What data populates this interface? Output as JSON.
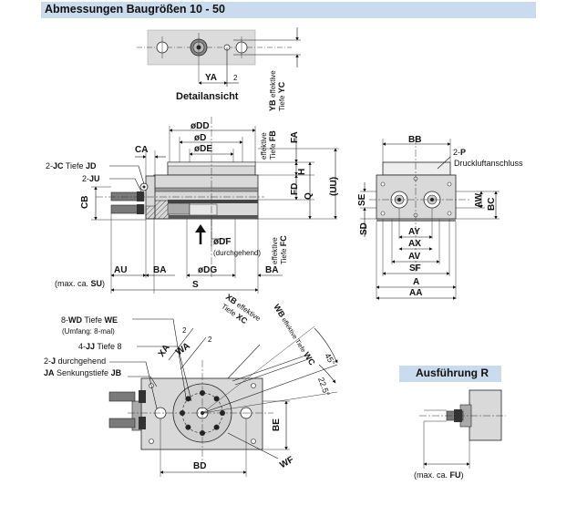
{
  "header": {
    "title": "Abmessungen Baugrößen 10 - 50"
  },
  "detail": {
    "title": "Detailansicht",
    "ya": "YA",
    "two": "2",
    "yb_prefix": "YB",
    "yb_eff": "effektive",
    "yb_tiefe": "Tiefe",
    "yc": "YC"
  },
  "front": {
    "dd": "ødd",
    "d": "ød",
    "de": "øde",
    "dd_label": "øDD",
    "d_label": "øD",
    "de_label": "øDE",
    "fb_eff": "effektive",
    "fb_tiefe": "Tiefe",
    "fb": "FB",
    "fa": "FA",
    "h": "H",
    "fd": "FD",
    "q": "Q",
    "uu": "(UU)",
    "ca": "CA",
    "jc_prefix": "2-",
    "jc": "JC",
    "jc_tiefe": " Tiefe ",
    "jd": "JD",
    "ju_prefix": "2-",
    "ju": "JU",
    "cb": "CB",
    "df": "øDF",
    "durch": "(durchgehend)",
    "fc_eff": "effektive",
    "fc_tiefe": "Tiefe",
    "fc": "FC",
    "au": "AU",
    "ba1": "BA",
    "dg": "øDG",
    "ba2": "BA",
    "maxca": "(max. ca. ",
    "su": "SU",
    "close": ")",
    "s": "S"
  },
  "side": {
    "bb": "BB",
    "p_prefix": "2-",
    "p": "P",
    "druck": "Druckluftanschluss",
    "se": "SE",
    "sd": "SD",
    "aw": "AW",
    "bc": "BC",
    "ay": "AY",
    "ax": "AX",
    "av": "AV",
    "sf": "SF",
    "a": "A",
    "aa": "AA"
  },
  "top": {
    "wd_prefix": "8-",
    "wd": "WD",
    "wd_tiefe": " Tiefe ",
    "we": "WE",
    "umfang": "(Umfang: 8-mal)",
    "jj_prefix": "4-",
    "jj": "JJ",
    "jj_tiefe": " Tiefe 8",
    "j_prefix": "2-",
    "j": "J",
    "j_durch": " durchgehend",
    "ja": "JA",
    "senk": " Senkungstiefe ",
    "jb": "JB",
    "xa": "XA",
    "wa": "WA",
    "two_a": "2",
    "two_b": "2",
    "xb": "XB",
    "xb_eff": " effektive",
    "xc_tiefe": "Tiefe ",
    "xc": "XC",
    "wb": "WB",
    "wb_eff": " effektive Tiefe ",
    "wc": "WC",
    "deg45": "45°",
    "deg225": "22.5°",
    "be": "BE",
    "bd": "BD",
    "wf": "WF"
  },
  "ausfuehrung": {
    "title": "Ausführung R",
    "maxca": "(max. ca. ",
    "fu": "FU",
    "close": ")"
  }
}
